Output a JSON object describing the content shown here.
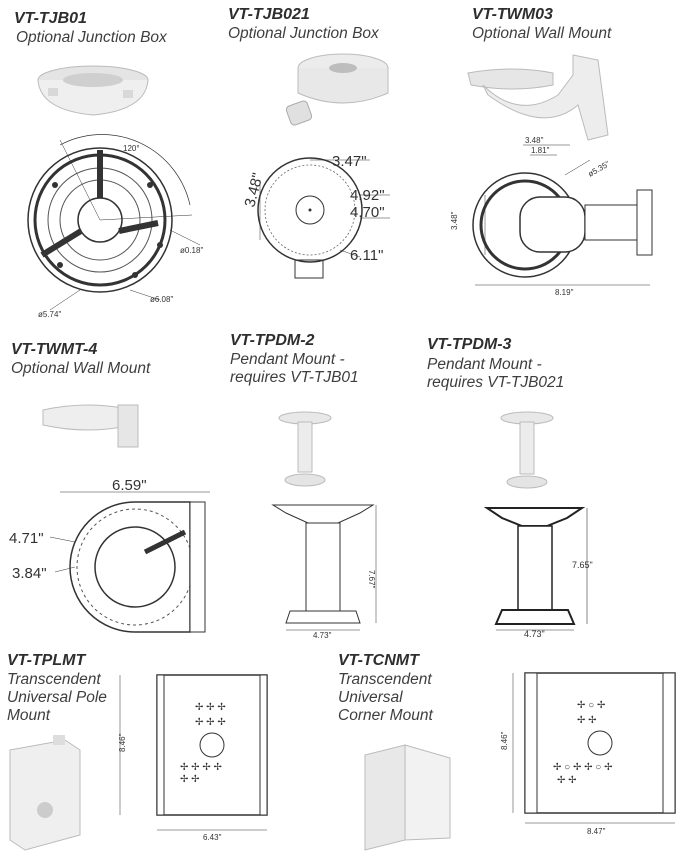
{
  "products": [
    {
      "code": "VT-TJB01",
      "desc": [
        "Optional Junction Box"
      ],
      "dims": [
        "120°",
        "ø0.18\"",
        "ø6.08\"",
        "ø5.74\""
      ]
    },
    {
      "code": "VT-TJB021",
      "desc": [
        "Optional Junction Box"
      ],
      "dims": [
        "3.47\"",
        "3.48\"",
        "4.92\"",
        "4.70\"",
        "6.11\""
      ]
    },
    {
      "code": "VT-TWM03",
      "desc": [
        "Optional Wall Mount"
      ],
      "dims": [
        "3.48\"",
        "1.81\"",
        "ø5.35\"",
        "3.48\"",
        "8.19\""
      ]
    },
    {
      "code": "VT-TWMT-4",
      "desc": [
        "Optional Wall Mount"
      ],
      "dims": [
        "6.59\"",
        "4.71\"",
        "3.84\""
      ]
    },
    {
      "code": "VT-TPDM-2",
      "desc": [
        "Pendant Mount -",
        "requires VT-TJB01"
      ],
      "dims": [
        "7.67\"",
        "4.73\""
      ]
    },
    {
      "code": "VT-TPDM-3",
      "desc": [
        "Pendant Mount -",
        "requires VT-TJB021"
      ],
      "dims": [
        "7.65\"",
        "4.73\""
      ]
    },
    {
      "code": "VT-TPLMT",
      "desc": [
        "Transcendent",
        "Universal Pole",
        "Mount"
      ],
      "dims": [
        "8.46\"",
        "6.43\""
      ]
    },
    {
      "code": "VT-TCNMT",
      "desc": [
        "Transcendent",
        "Universal",
        "Corner Mount"
      ],
      "dims": [
        "8.46\"",
        "8.47\""
      ]
    }
  ],
  "colors": {
    "line": "#3a3a3a",
    "product": "#ececec",
    "shade": "#cfcfcf"
  }
}
